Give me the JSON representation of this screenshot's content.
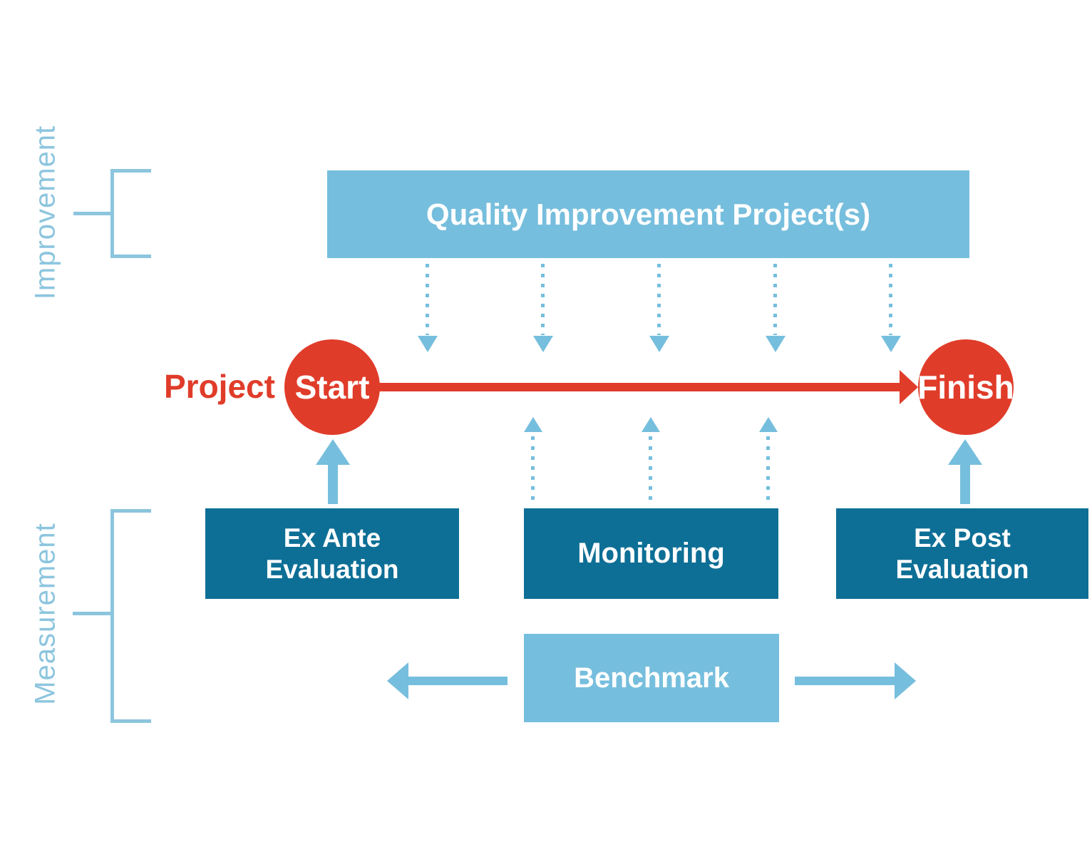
{
  "labels": {
    "improvement": "Improvement",
    "measurement": "Measurement",
    "project": "Project"
  },
  "timeline": {
    "start": "Start",
    "finish": "Finish"
  },
  "boxes": {
    "quality_improvement": "Quality Improvement Project(s)",
    "ex_ante": {
      "line1": "Ex Ante",
      "line2": "Evaluation"
    },
    "monitoring": "Monitoring",
    "ex_post": {
      "line1": "Ex Post",
      "line2": "Evaluation"
    },
    "benchmark": "Benchmark"
  },
  "colors": {
    "light_blue": "#76bedd",
    "pale_blue": "#8cc5de",
    "dark_teal": "#0e6f96",
    "red": "#e03c2a"
  }
}
